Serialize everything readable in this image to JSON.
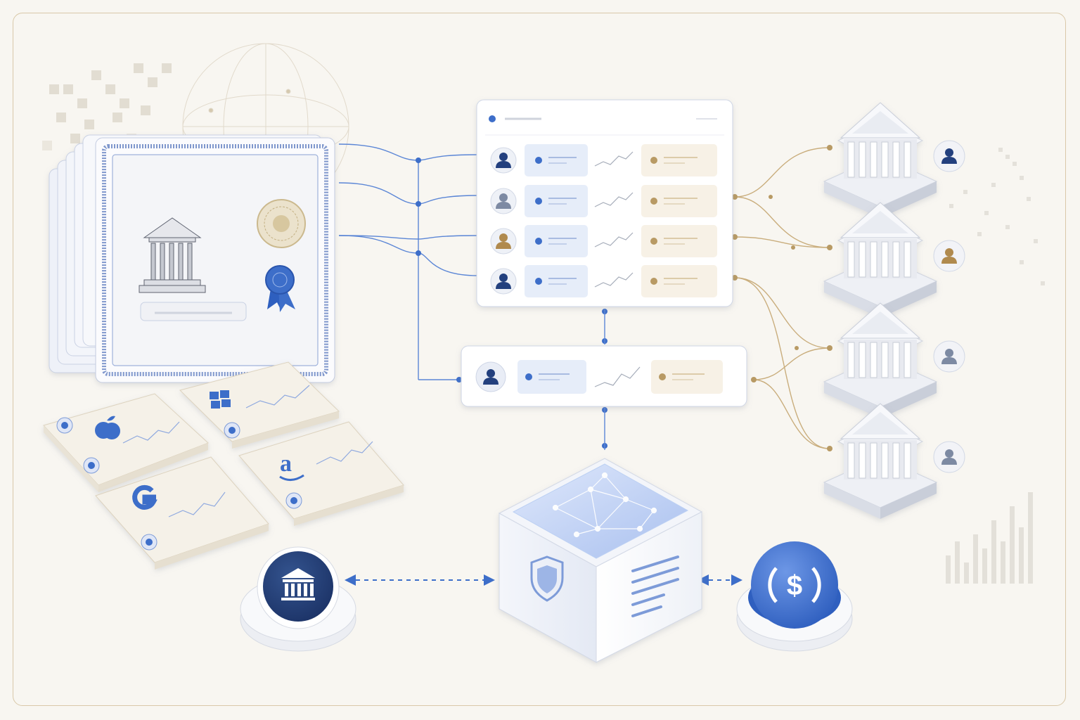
{
  "diagram": {
    "colors": {
      "background": "#f8f6f1",
      "accent_blue": "#3d6ec9",
      "navy": "#23407e",
      "gold": "#b89a64",
      "panel": "#ffffff",
      "soft_blue": "#e6edf9",
      "soft_gold": "#f7f1e6"
    },
    "certificate_stack": {
      "icon": "stock-certificate-icon",
      "sheets": 5,
      "features": [
        "bank-building-engraving-icon",
        "seal-icon",
        "ribbon-badge-icon"
      ]
    },
    "stock_cards": [
      {
        "icon": "apple-logo-icon"
      },
      {
        "icon": "windows-logo-icon"
      },
      {
        "icon": "google-logo-icon"
      },
      {
        "icon": "amazon-logo-icon"
      }
    ],
    "registry_panel": {
      "icon": "registry-panel-icon",
      "rows": [
        {
          "avatar": "avatar-icon",
          "tone": "navy"
        },
        {
          "avatar": "avatar-icon",
          "tone": "grey"
        },
        {
          "avatar": "avatar-icon",
          "tone": "gold"
        },
        {
          "avatar": "avatar-icon",
          "tone": "navy"
        }
      ]
    },
    "summary_row": {
      "avatar": "avatar-icon"
    },
    "banks": [
      {
        "icon": "bank-building-icon",
        "avatar_tone": "navy"
      },
      {
        "icon": "bank-building-icon",
        "avatar_tone": "gold"
      },
      {
        "icon": "bank-building-icon",
        "avatar_tone": "grey"
      },
      {
        "icon": "bank-building-icon",
        "avatar_tone": "grey"
      }
    ],
    "bottom_nodes": {
      "left": {
        "icon": "bank-token-icon"
      },
      "center": {
        "icon": "secure-blockchain-cube-icon",
        "features": [
          "shield-icon",
          "network-mesh-icon",
          "document-lines-icon"
        ]
      },
      "right": {
        "icon": "dollar-coin-icon"
      }
    }
  }
}
